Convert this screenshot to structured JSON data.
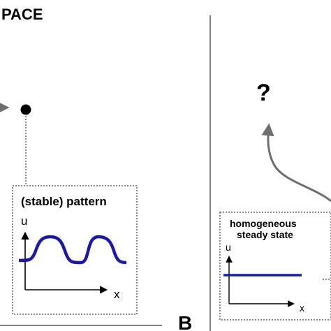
{
  "left_panel": {
    "heading": "PACE",
    "pattern_box": {
      "title": "(stable) pattern",
      "y_axis_label": "u",
      "x_axis_label": "x",
      "curve_color": "#1a1aaa"
    }
  },
  "right_panel": {
    "question_mark": "?",
    "steady_state_box": {
      "title_line1": "homogeneous",
      "title_line2": "steady state",
      "y_axis_label": "u",
      "x_axis_label": "x",
      "line_color": "#1a1aaa"
    }
  },
  "panel_letter_b": "B",
  "colors": {
    "arrow": "#6e6e6e",
    "frame": "#555555",
    "dotted": "#888888",
    "text": "#000000"
  }
}
